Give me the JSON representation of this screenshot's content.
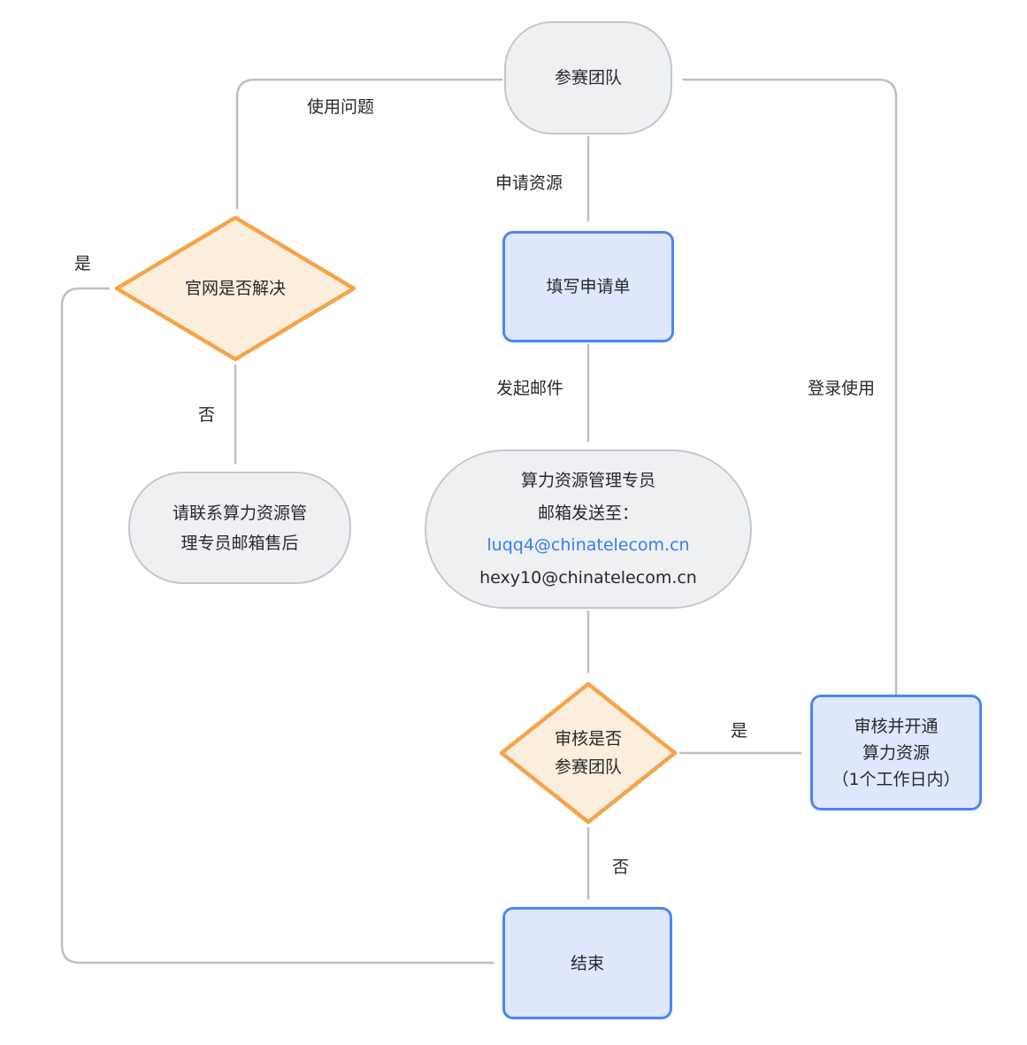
{
  "colors": {
    "node_gray_fill": "#eef0f2",
    "node_gray_border": "#c3c7cc",
    "blue_fill": "#dfe7fd",
    "blue_border": "#4a86f7",
    "orange_fill": "#fbeedd",
    "orange_border": "#f5a44b",
    "edge_color": "#bcc0c6",
    "text_color": "#26282c",
    "link_color": "#3b7cf0"
  },
  "nodes": {
    "team": {
      "label": "参赛团队"
    },
    "fill_form": {
      "label": "填写申请单"
    },
    "email": {
      "line1": "算力资源管理专员",
      "line2": "邮箱发送至：",
      "link_email": "luqq4@chinatelecom.cn",
      "email2": "hexy10@chinatelecom.cn"
    },
    "review": {
      "line1": "审核是否",
      "line2": "参赛团队"
    },
    "approve": {
      "line1": "审核并开通",
      "line2": "算力资源",
      "line3": "（1个工作日内）"
    },
    "end": {
      "label": "结束"
    },
    "website": {
      "label": "官网是否解决"
    },
    "contact": {
      "line1": "请联系算力资源管",
      "line2": "理专员邮箱售后"
    }
  },
  "edge_labels": {
    "apply_resource": "申请资源",
    "send_mail": "发起邮件",
    "usage_issue": "使用问题",
    "login_use": "登录使用",
    "yes_left": "是",
    "no_left": "否",
    "yes_right": "是",
    "no_right": "否"
  }
}
